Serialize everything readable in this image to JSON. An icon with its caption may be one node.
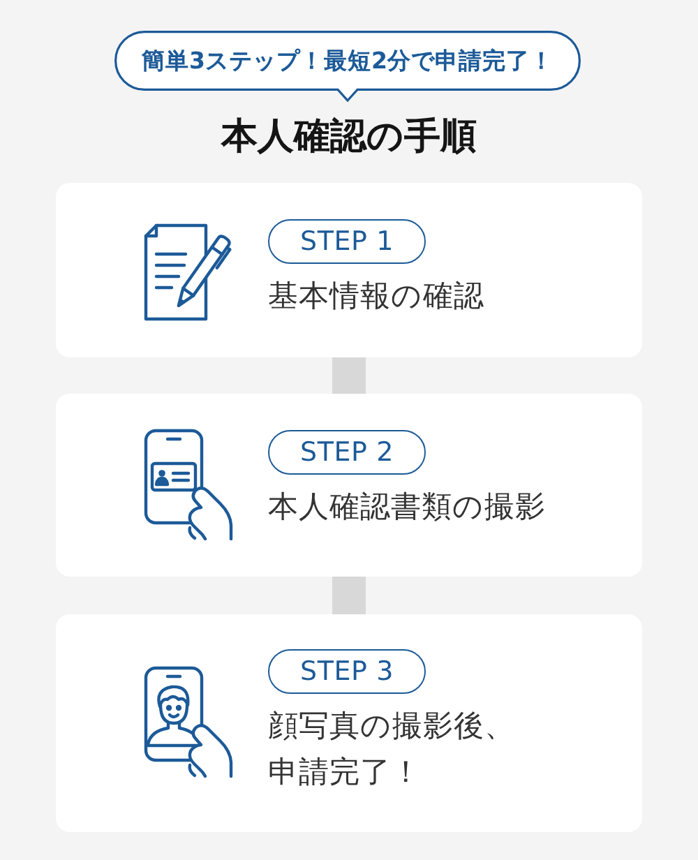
{
  "diagram": {
    "title": "本人確認の手順",
    "nodes": [
      {
        "text": [
          "簡単3ステップ！最短2分で申請完了！"
        ]
      },
      {
        "text": [
          "基本情報の確認"
        ]
      },
      {
        "text": [
          "STEP 1"
        ],
        "in": 1
      },
      {
        "text": [
          "本人確認書類の撮影"
        ]
      },
      {
        "text": [
          "STEP 2"
        ],
        "in": 3
      },
      {
        "text": [
          "顔写真の撮影後、申請完了！"
        ]
      },
      {
        "text": [
          "STEP 3"
        ],
        "in": 5
      }
    ],
    "edges": [
      {
        "from": 1,
        "to": 3,
        "arrow": "none"
      },
      {
        "from": 3,
        "to": 5,
        "arrow": "none"
      }
    ]
  }
}
